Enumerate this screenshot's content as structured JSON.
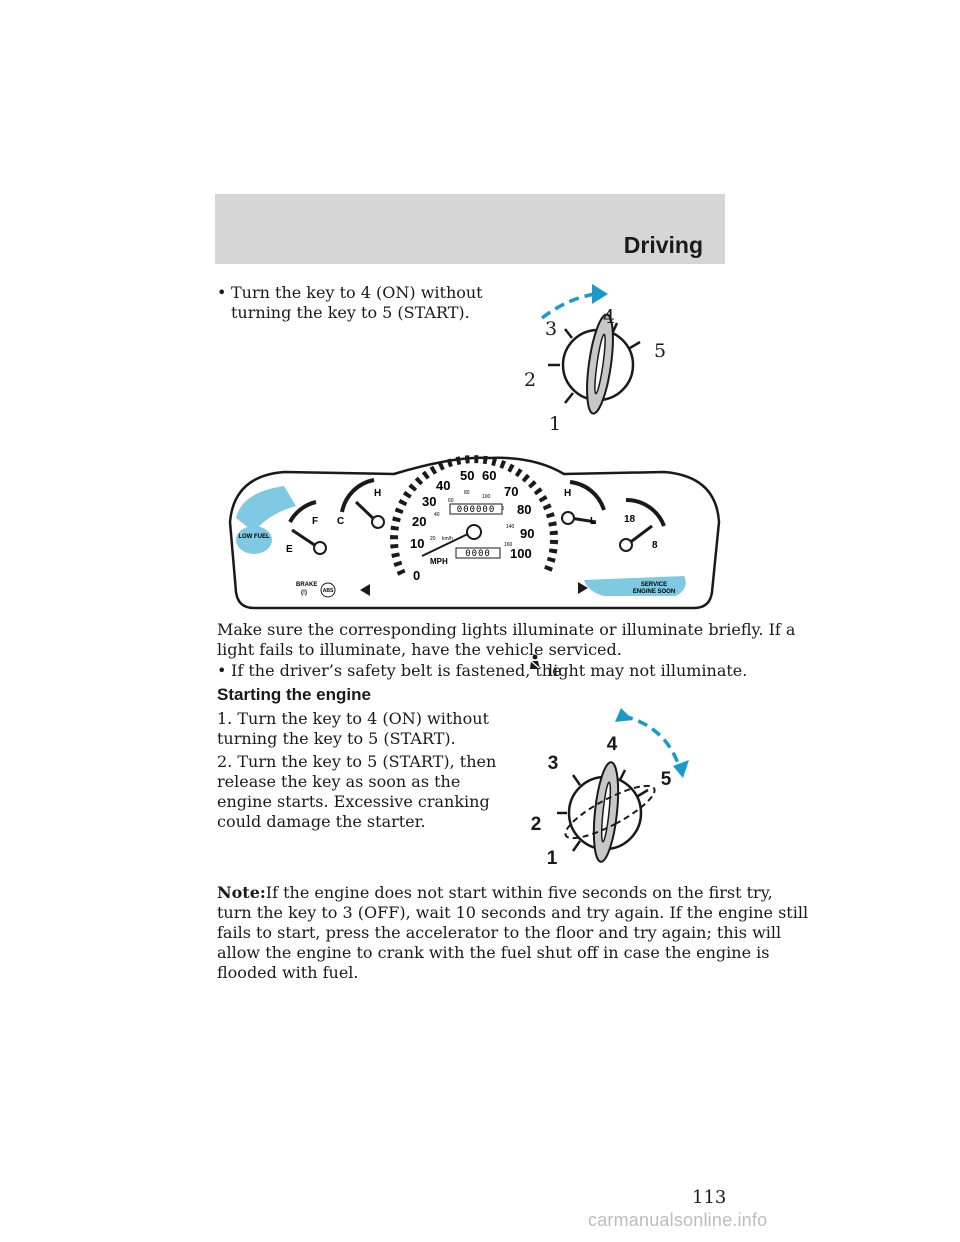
{
  "header": {
    "section_title": "Driving"
  },
  "top": {
    "bullet": "•",
    "line1": "Turn the key to 4 (ON) without",
    "line2": "turning the key to 5 (START)."
  },
  "ignition_diagram_1": {
    "positions": [
      "1",
      "2",
      "3",
      "4",
      "5"
    ]
  },
  "cluster": {
    "low_fuel": "LOW FUEL",
    "fuel_full": "F",
    "fuel_empty": "E",
    "temp_cold": "C",
    "temp_hot": "H",
    "oil_hot": "H",
    "oil_low": "L",
    "volt_high": "18",
    "volt_low": "8",
    "speed_marks": [
      "0",
      "10",
      "20",
      "30",
      "40",
      "50",
      "60",
      "70",
      "80",
      "90",
      "100"
    ],
    "kmh_marks": [
      "20",
      "40",
      "60",
      "80",
      "100",
      "120",
      "140",
      "160"
    ],
    "kmh_unit": "km/h",
    "mph_unit": "MPH",
    "odometer": "000000",
    "trip": "0000",
    "brake": "BRAKE",
    "brake_symbol": "(!)",
    "abs": "ABS",
    "service_line1": "SERVICE",
    "service_line2": "ENGINE SOON",
    "accent_color": "#7fc9e3"
  },
  "para1": {
    "line1": "Make sure the corresponding lights illuminate or illuminate briefly. If a",
    "line2": "light fails to illuminate, have the vehicle serviced."
  },
  "bullet2": {
    "bullet": "•",
    "before": "If the driver’s safety belt is fastened, the",
    "after": "light may not illuminate."
  },
  "starting": {
    "heading": "Starting the engine",
    "step1_line1": "1. Turn the key to 4 (ON) without",
    "step1_line2": "turning the key to 5 (START).",
    "step2_line1": "2. Turn the key to 5 (START), then",
    "step2_line2": "release the key as soon as the",
    "step2_line3": "engine starts. Excessive cranking",
    "step2_line4": "could damage the starter."
  },
  "ignition_diagram_2": {
    "positions": [
      "1",
      "2",
      "3",
      "4",
      "5"
    ]
  },
  "note": {
    "label": "Note:",
    "line1": "If the engine does not start within five seconds on the first try,",
    "line2": "turn the key to 3 (OFF), wait 10 seconds and try again. If the engine still",
    "line3": "fails to start, press the accelerator to the floor and try again; this will",
    "line4": "allow the engine to crank with the fuel shut off in case the engine is",
    "line5": "flooded with fuel."
  },
  "page_number": "113",
  "watermark": "carmanualsonline.info",
  "colors": {
    "accent_blue": "#1a9ac9",
    "dial_gray": "#c8c8c8"
  }
}
